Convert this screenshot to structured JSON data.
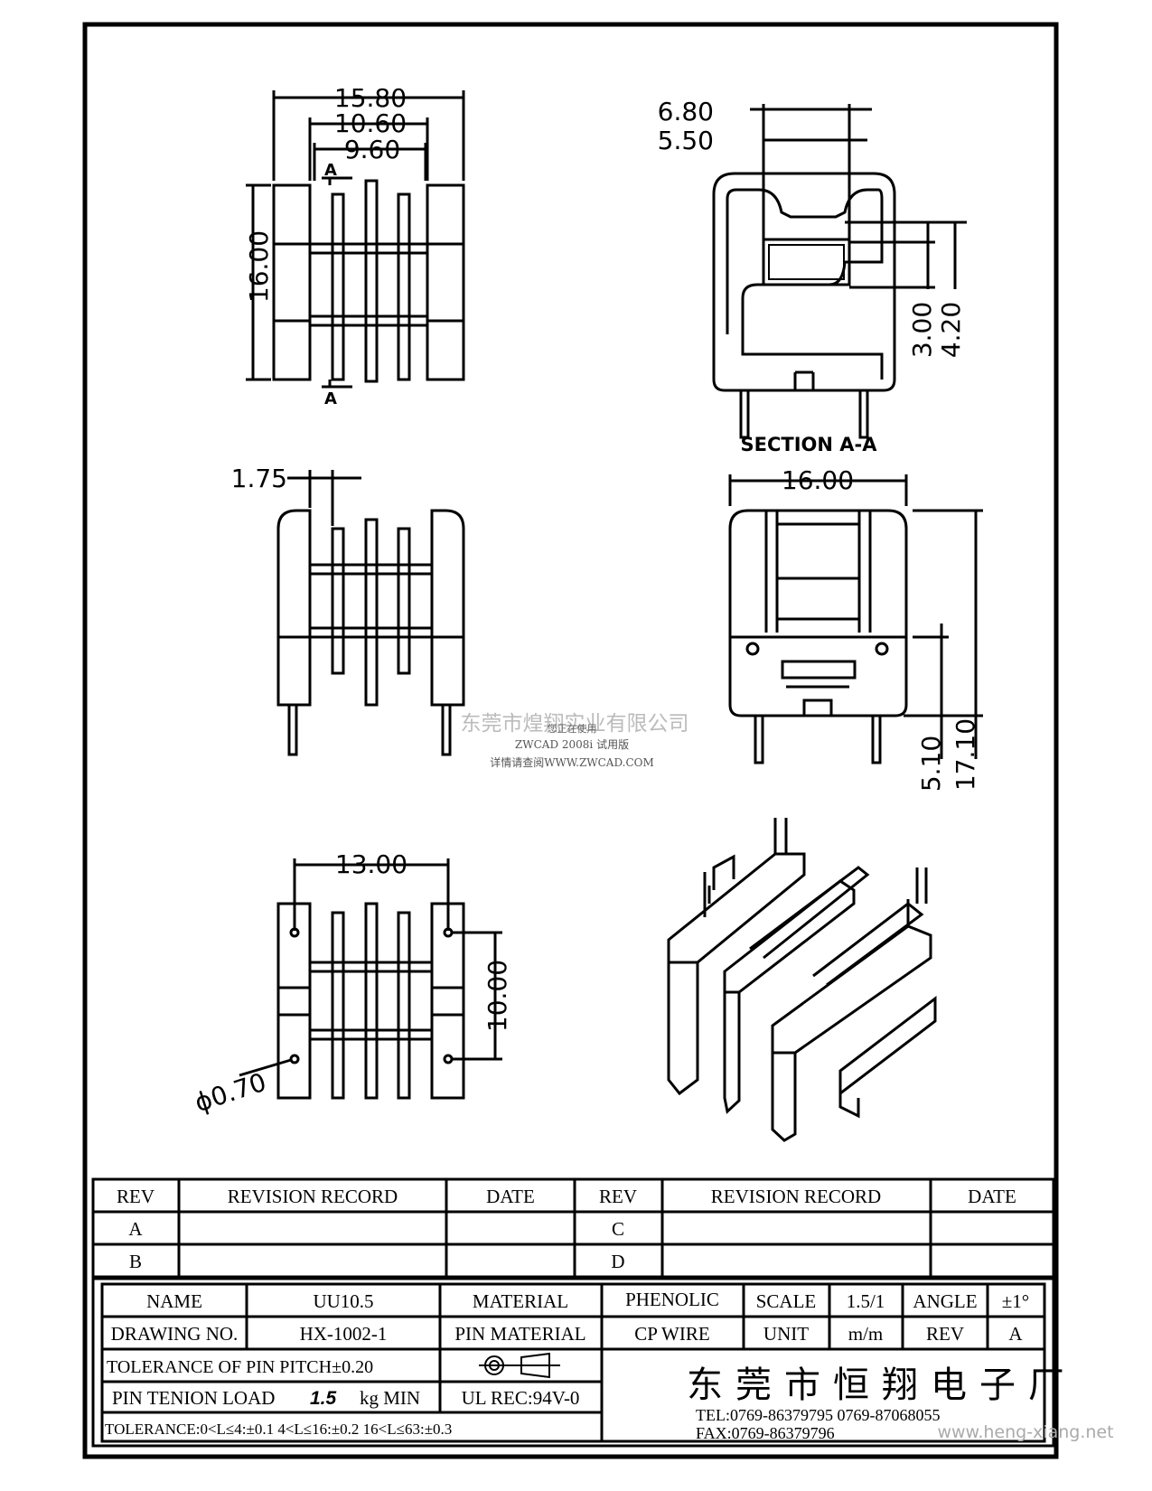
{
  "dimensions": {
    "top_width_outer": "15.80",
    "top_width_mid": "10.60",
    "top_width_inner": "9.60",
    "top_height": "16.00",
    "section_label_top": "A",
    "section_label_bottom": "A",
    "section_width_outer": "6.80",
    "section_width_inner": "5.50",
    "section_h1": "3.00",
    "section_h2": "4.20",
    "section_title": "SECTION A-A",
    "side_flange": "1.75",
    "front_width": "16.00",
    "front_h1": "5.10",
    "front_h2": "17.10",
    "pin_span": "13.00",
    "pin_pitch": "10.00",
    "pin_dia": "ϕ0.70"
  },
  "watermark": {
    "company": "东莞市煌翔实业有限公司",
    "line1": "您正在使用",
    "line2": "ZWCAD 2008i 试用版",
    "line3": "详情请查阅WWW.ZWCAD.COM",
    "site": "www.heng-xiang.net"
  },
  "revision_table": {
    "headers": [
      "REV",
      "REVISION RECORD",
      "DATE",
      "REV",
      "REVISION RECORD",
      "DATE"
    ],
    "rows": [
      [
        "A",
        "",
        "",
        "C",
        "",
        ""
      ],
      [
        "B",
        "",
        "",
        "D",
        "",
        ""
      ]
    ]
  },
  "title_block": {
    "name_label": "NAME",
    "name_value": "UU10.5",
    "material_label": "MATERIAL",
    "material_value": "PHENOLIC",
    "scale_label": "SCALE",
    "scale_value": "1.5/1",
    "angle_label": "ANGLE",
    "angle_value": "±1°",
    "drawing_label": "DRAWING NO.",
    "drawing_value": "HX-1002-1",
    "pin_material_label": "PIN MATERIAL",
    "pin_material_value": "CP WIRE",
    "unit_label": "UNIT",
    "unit_value": "m/m",
    "rev_label": "REV",
    "rev_value": "A",
    "tol_pitch": "TOLERANCE OF PIN PITCH±0.20",
    "pin_load_a": "PIN TENION LOAD",
    "pin_load_value": "1.5",
    "pin_load_b": "kg MIN",
    "ul": "UL REC:94V-0",
    "tolerance": "TOLERANCE:0<L≤4:±0.1  4<L≤16:±0.2  16<L≤63:±0.3",
    "company": "东莞市恒翔电子厂",
    "tel": "TEL:0769-86379795   0769-87068055",
    "fax": "FAX:0769-86379796"
  }
}
